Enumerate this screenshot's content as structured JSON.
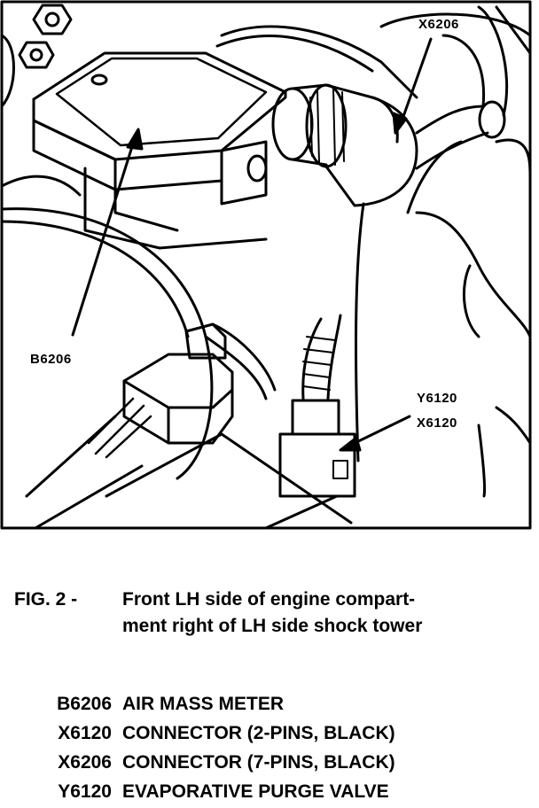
{
  "callouts": {
    "x6206_top": "X6206",
    "b6206": "B6206",
    "y6120": "Y6120",
    "x6120": "X6120"
  },
  "caption": {
    "fig_label": "FIG. 2 -",
    "line1": "Front LH side of engine compart-",
    "line2": "ment right of LH side shock tower"
  },
  "legend": [
    {
      "code": "B6206",
      "description": "AIR MASS METER"
    },
    {
      "code": "X6120",
      "description": "CONNECTOR (2-PINS, BLACK)"
    },
    {
      "code": "X6206",
      "description": "CONNECTOR (7-PINS, BLACK)"
    },
    {
      "code": "Y6120",
      "description": "EVAPORATIVE PURGE VALVE"
    }
  ]
}
